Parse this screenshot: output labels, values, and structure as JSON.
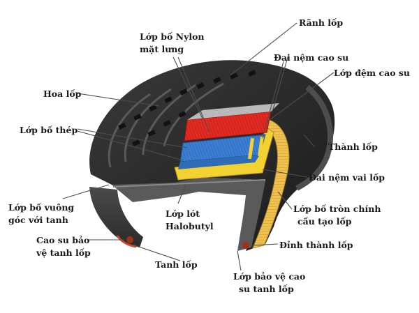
{
  "labels": {
    "ranh_lop": "Rãnh lốp",
    "lop_bo_nylon_line1": "Lớp bố Nylon",
    "lop_bo_nylon_line2": "mặt lưng",
    "dai_nem_cao_su": "Đai nệm cao su",
    "lop_dem_cao_su": "Lớp đệm cao su",
    "hoa_lop": "Hoa lốp",
    "lop_bo_thep": "Lớp bố thép",
    "thanh_lop": "Thành lốp",
    "dai_nem_vai_lop": "Đai nệm vai lốp",
    "lop_bo_vuong_goc_line1": "Lớp bố vuông",
    "lop_bo_vuong_goc_line2": "góc với tanh",
    "lop_lot_line1": "Lớp lót",
    "lop_lot_line2": "Halobutyl",
    "lop_bo_tron_line1": "Lớp bố tròn chính",
    "lop_bo_tron_line2": "cấu tạo lốp",
    "cao_su_bao_ve_line1": "Cao su bảo",
    "cao_su_bao_ve_line2": "vệ tanh lốp",
    "dinh_thanh_lop": "Đỉnh thành lốp",
    "tanh_lop": "Tanh lốp",
    "lop_bao_ve_cao_su_line1": "Lớp bảo vệ cao",
    "lop_bao_ve_cao_su_line2": "su tanh lốp"
  },
  "colors": {
    "rubber": "#2b2b2b",
    "rubber_dark": "#161616",
    "tread_block": "#3d3d3d",
    "nylon_red": "#e02a22",
    "steel_blue": "#3b7fd4",
    "cushion_yellow": "#f2d230",
    "ply_orange": "#e9b64e",
    "liner_gray": "#6d6d6d",
    "leader_line": "#4d4d4d"
  }
}
